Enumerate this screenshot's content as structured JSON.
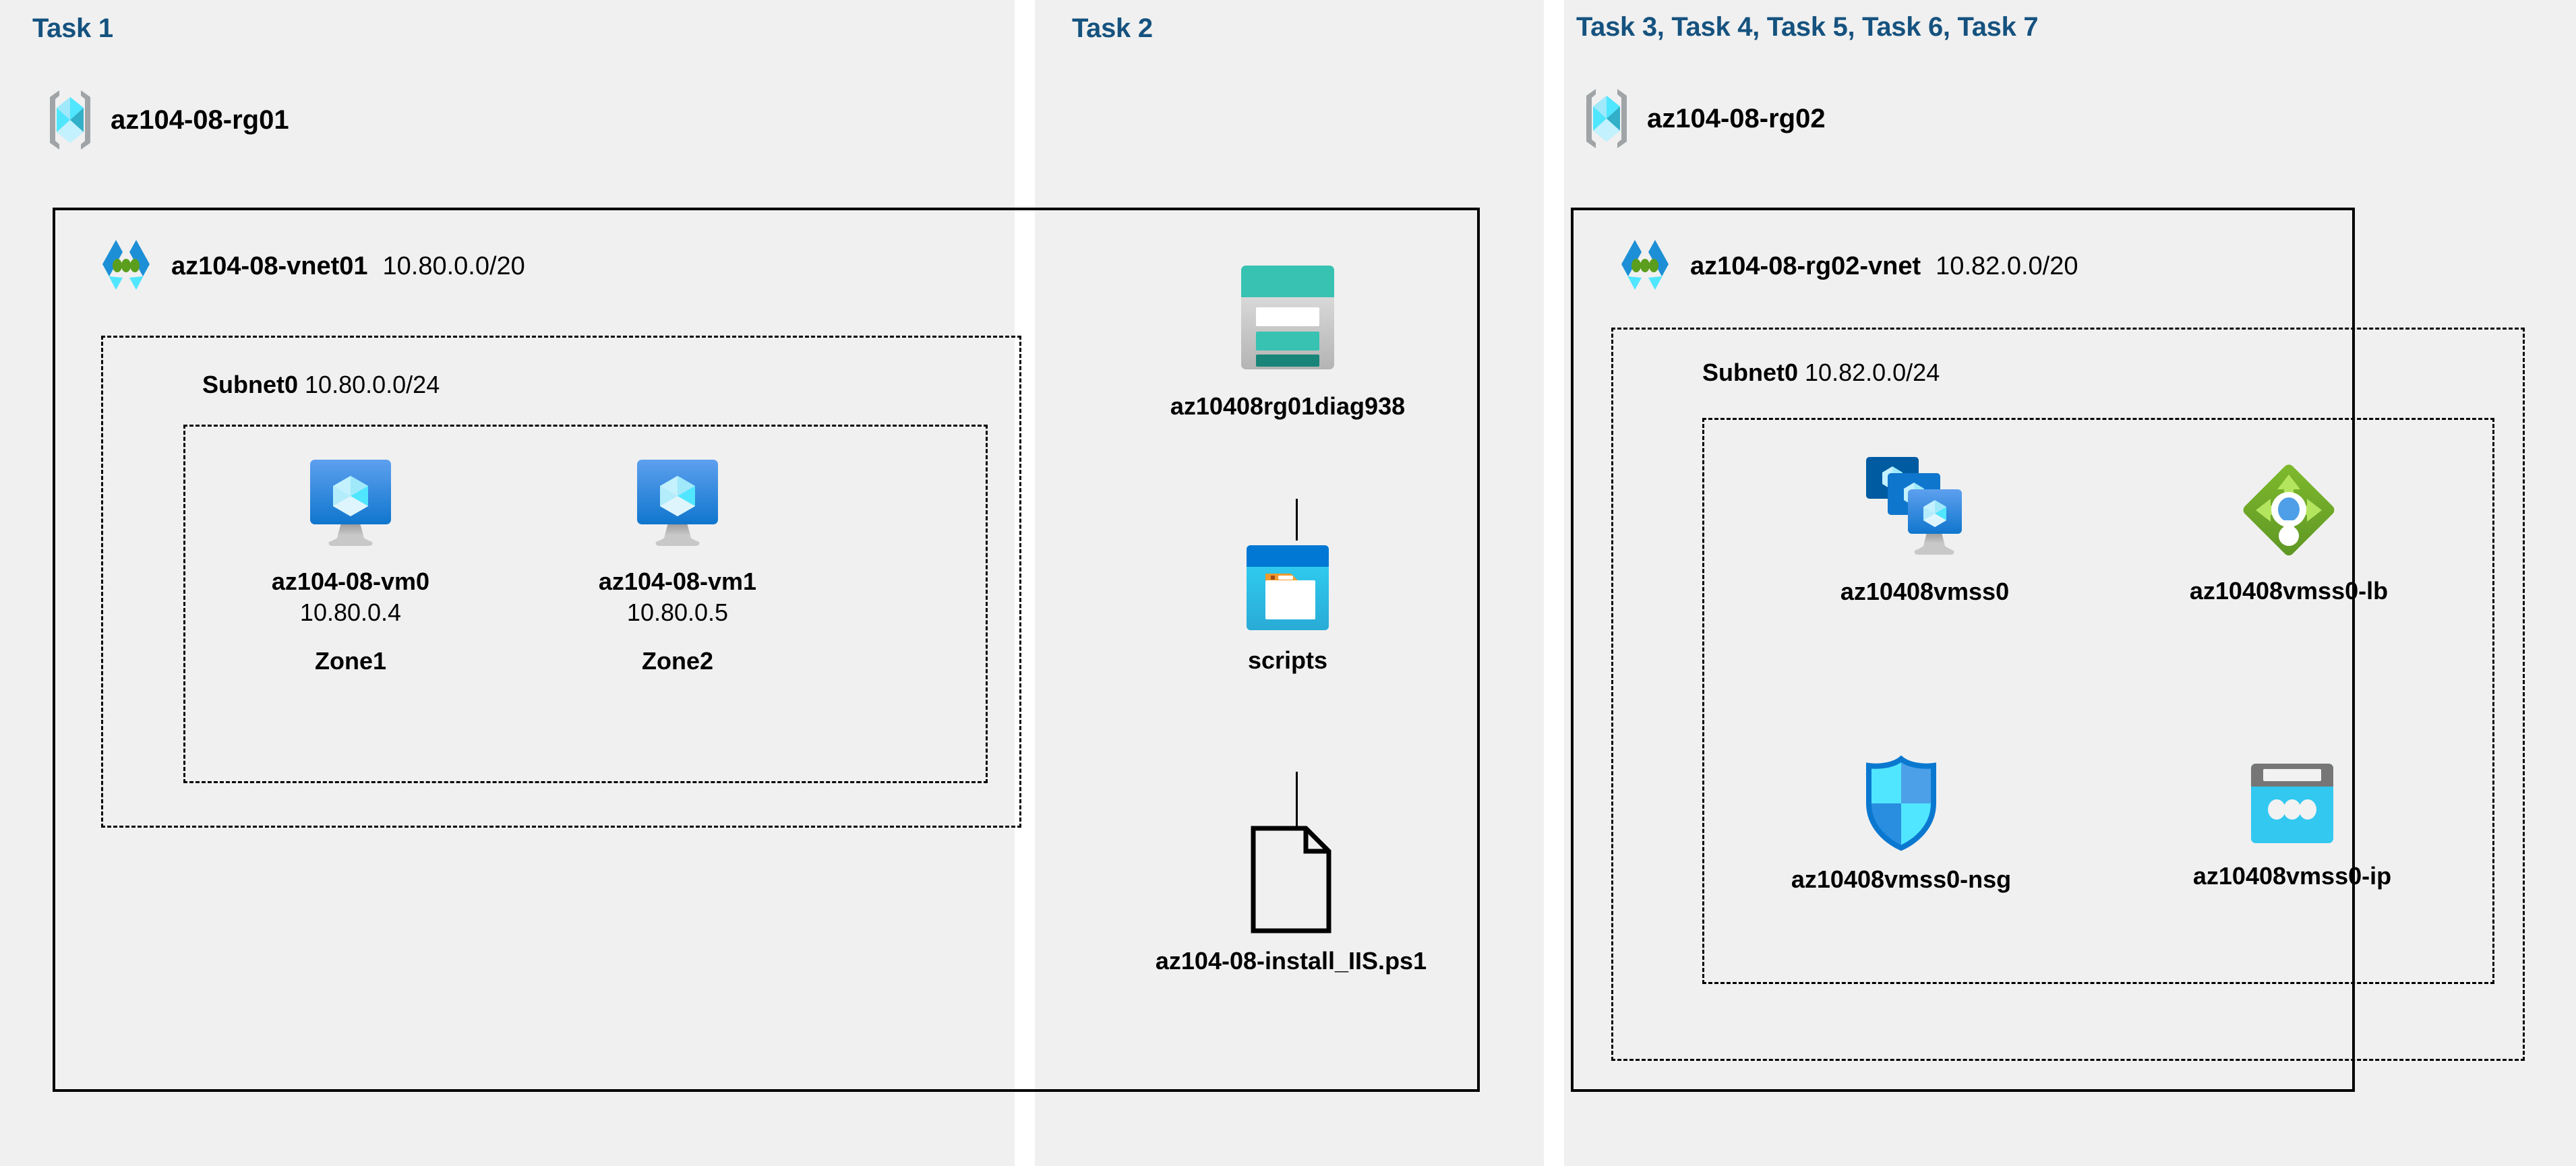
{
  "panels": {
    "task1": {
      "heading": "Task 1"
    },
    "task2": {
      "heading": "Task 2"
    },
    "task3": {
      "heading": "Task 3, Task 4, Task 5, Task 6, Task 7"
    }
  },
  "colors": {
    "heading_blue": "#15527f",
    "panel_bg": "#f0f0f0",
    "page_bg": "#ffffff",
    "border": "#000000",
    "azure_cyan": "#32c8f0",
    "vm_blue": "#1b93e3",
    "storage_teal": "#32b5a5",
    "lb_green": "#6aab23",
    "nsg_blue": "#3ddcfa"
  },
  "resource_groups": [
    {
      "name": "az104-08-rg01",
      "icon": "resource-group-icon"
    },
    {
      "name": "az104-08-rg02",
      "icon": "resource-group-icon"
    }
  ],
  "vnets": [
    {
      "name": "az104-08-vnet01",
      "cidr": "10.80.0.0/20",
      "icon": "virtual-network-icon"
    },
    {
      "name": "az104-08-rg02-vnet",
      "cidr": "10.82.0.0/20",
      "icon": "virtual-network-icon"
    }
  ],
  "subnets": [
    {
      "name": "Subnet0",
      "cidr": "10.80.0.0/24"
    },
    {
      "name": "Subnet0",
      "cidr": "10.82.0.0/24"
    }
  ],
  "virtual_machines": [
    {
      "name": "az104-08-vm0",
      "ip": "10.80.0.4",
      "zone": "Zone1",
      "icon": "virtual-machine-icon"
    },
    {
      "name": "az104-08-vm1",
      "ip": "10.80.0.5",
      "zone": "Zone2",
      "icon": "virtual-machine-icon"
    }
  ],
  "storage": {
    "account": {
      "name": "az10408rg01diag938",
      "icon": "storage-account-icon"
    },
    "container": {
      "name": "scripts",
      "icon": "blob-container-icon"
    },
    "file": {
      "name": "az104-08-install_IIS.ps1",
      "icon": "file-icon"
    }
  },
  "scale_set_resources": [
    {
      "name": "az10408vmss0",
      "icon": "vm-scale-set-icon"
    },
    {
      "name": "az10408vmss0-lb",
      "icon": "load-balancer-icon"
    },
    {
      "name": "az10408vmss0-nsg",
      "icon": "network-security-group-icon"
    },
    {
      "name": "az10408vmss0-ip",
      "icon": "public-ip-address-icon"
    }
  ]
}
